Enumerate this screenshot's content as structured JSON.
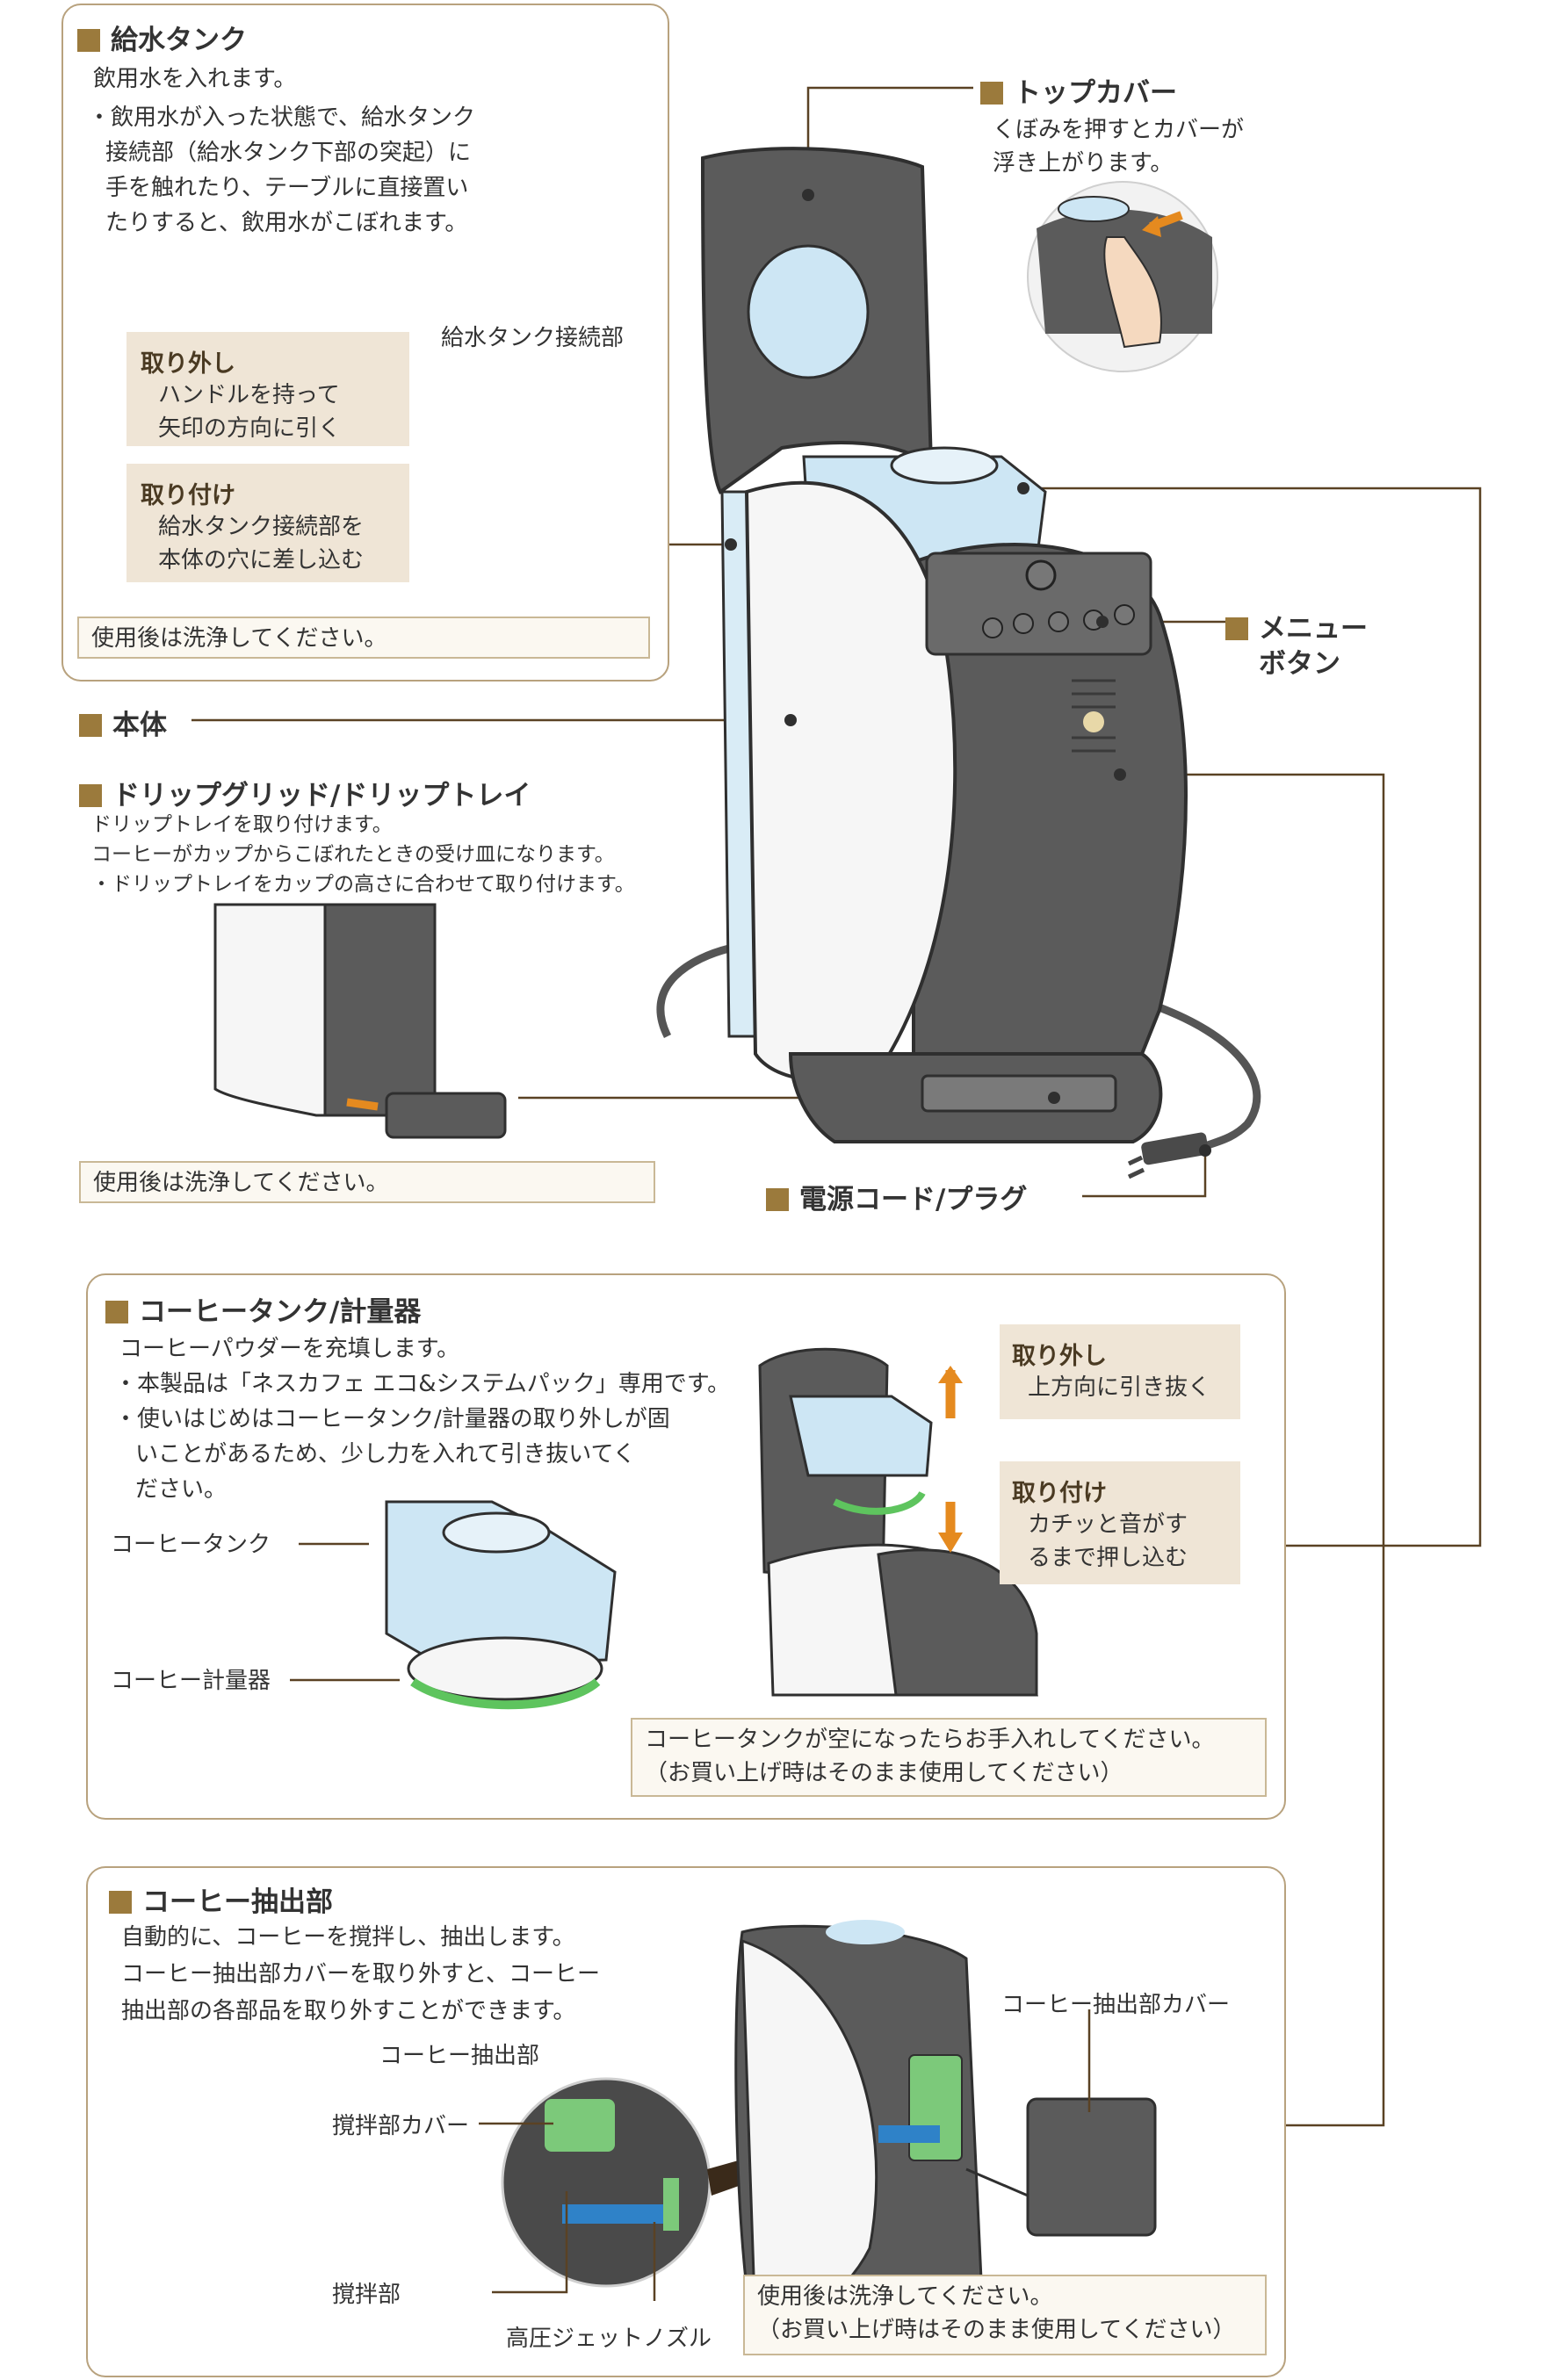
{
  "water_tank": {
    "title": "給水タンク",
    "desc": "飲用水を入れます。",
    "bullet": [
      "・飲用水が入った状態で、給水タンク",
      "接続部（給水タンク下部の突起）に",
      "手を触れたり、テーブルに直接置い",
      "たりすると、飲用水がこぼれます。"
    ],
    "connector_label": "給水タンク接続部",
    "remove_title": "取り外し",
    "remove_body": [
      "ハンドルを持って",
      "矢印の方向に引く"
    ],
    "attach_title": "取り付け",
    "attach_body": [
      "給水タンク接続部を",
      "本体の穴に差し込む"
    ],
    "note": "使用後は洗浄してください。"
  },
  "top_cover": {
    "title": "トップカバー",
    "desc": [
      "くぼみを押すとカバーが",
      "浮き上がります。"
    ]
  },
  "menu_button": {
    "title": [
      "メニュー",
      "ボタン"
    ]
  },
  "body_part": {
    "title": "本体"
  },
  "drip": {
    "title": "ドリップグリッド/ドリップトレイ",
    "desc": [
      "ドリップトレイを取り付けます。",
      "コーヒーがカップからこぼれたときの受け皿になります。",
      "・ドリップトレイをカップの高さに合わせて取り付けます。"
    ],
    "note": "使用後は洗浄してください。"
  },
  "power_cord": {
    "title": "電源コード/プラグ"
  },
  "coffee_tank": {
    "title": "コーヒータンク/計量器",
    "desc": [
      "コーヒーパウダーを充填します。",
      "・本製品は「ネスカフェ エコ&システムパック」専用です。",
      "・使いはじめはコーヒータンク/計量器の取り外しが固",
      "いことがあるため、少し力を入れて引き抜いてく",
      "ださい。"
    ],
    "tank_label": "コーヒータンク",
    "meter_label": "コーヒー計量器",
    "remove_title": "取り外し",
    "remove_body": "上方向に引き抜く",
    "attach_title": "取り付け",
    "attach_body": [
      "カチッと音がす",
      "るまで押し込む"
    ],
    "note": [
      "コーヒータンクが空になったらお手入れしてください。",
      "（お買い上げ時はそのまま使用してください）"
    ]
  },
  "extraction": {
    "title": "コーヒー抽出部",
    "desc": [
      "自動的に、コーヒーを撹拌し、抽出します。",
      "コーヒー抽出部カバーを取り外すと、コーヒー",
      "抽出部の各部品を取り外すことができます。"
    ],
    "unit_label": "コーヒー抽出部",
    "cover_label": "コーヒー抽出部カバー",
    "stir_cover_label": "撹拌部カバー",
    "stir_label": "撹拌部",
    "nozzle_label": "高圧ジェットノズル",
    "note": [
      "使用後は洗浄してください。",
      "（お買い上げ時はそのまま使用してください）"
    ]
  },
  "colors": {
    "accent": "#9b7a3c",
    "panel_border": "#b8a27e",
    "highlight_bg": "#efe5d6",
    "machine": "#5b5b5b",
    "tank_blue": "#cde6f4"
  }
}
